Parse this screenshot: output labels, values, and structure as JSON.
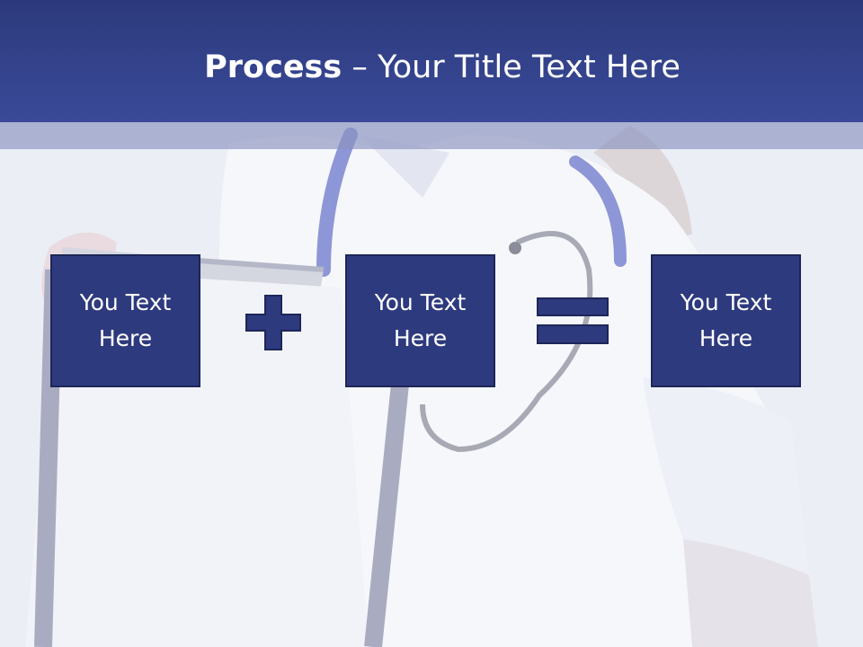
{
  "slide": {
    "title_bold": "Process",
    "title_rest": " – Your Title Text Here"
  },
  "process": {
    "boxes": [
      {
        "text": "You Text Here"
      },
      {
        "text": "You Text Here"
      },
      {
        "text": "You Text Here"
      }
    ],
    "operators": [
      "plus",
      "equals"
    ]
  },
  "colors": {
    "header": "#34428c",
    "box_fill": "#2e3a7e",
    "box_border": "#1d2658",
    "operator": "#2e3a7e"
  },
  "icons": [
    "plus-icon",
    "equals-icon"
  ]
}
